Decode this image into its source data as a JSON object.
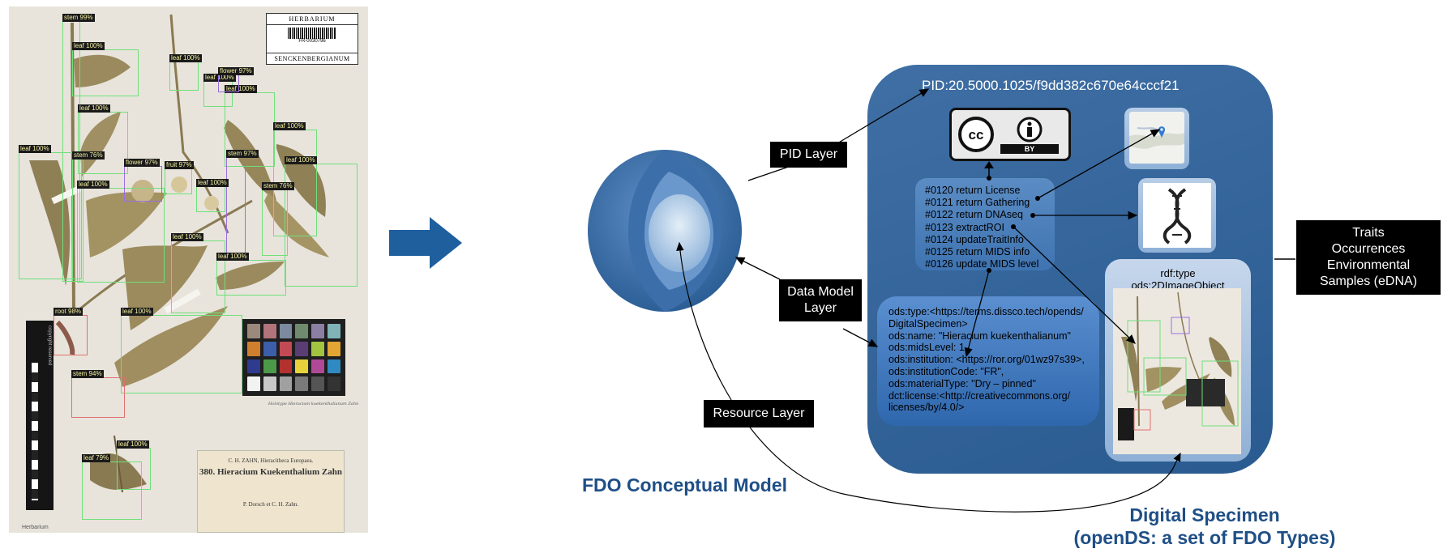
{
  "herbarium": {
    "label_top": "HERBARIUM",
    "label_bottom": "SENCKENBERGIANUM",
    "barcode_number": "FR-0030796",
    "footer": "Herbarium",
    "specimen_label_line1": "C. H. ZAHN, Hieracitheca Europaea.",
    "specimen_label_line2": "380. Hieracium Kuekenthalium Zahn",
    "specimen_label_line3": "P. Dorsch et C. H. Zahn.",
    "handwriting": "Holotype Hieracium kuekenthalianum Zahn",
    "ruler_text": "copyright reserved",
    "detections": [
      {
        "label": "stem 99%",
        "kind": "g"
      },
      {
        "label": "leaf 100%",
        "kind": "g"
      },
      {
        "label": "leaf 100%",
        "kind": "g"
      },
      {
        "label": "leaf 100%",
        "kind": "g"
      },
      {
        "label": "leaf 100%",
        "kind": "g"
      },
      {
        "label": "stem 76%",
        "kind": "g"
      },
      {
        "label": "leaf 100%",
        "kind": "g"
      },
      {
        "label": "flower 97%",
        "kind": "p"
      },
      {
        "label": "fruit 97%",
        "kind": "g"
      },
      {
        "label": "leaf 100%",
        "kind": "g"
      },
      {
        "label": "leaf 100%",
        "kind": "g"
      },
      {
        "label": "flower 97%",
        "kind": "p"
      },
      {
        "label": "leaf 100%",
        "kind": "g"
      },
      {
        "label": "leaf 100%",
        "kind": "g"
      },
      {
        "label": "stem 97%",
        "kind": "p"
      },
      {
        "label": "leaf 100%",
        "kind": "g"
      },
      {
        "label": "stem 76%",
        "kind": "g"
      },
      {
        "label": "leaf 100%",
        "kind": "g"
      },
      {
        "label": "leaf 100%",
        "kind": "g"
      },
      {
        "label": "leaf 100%",
        "kind": "g"
      },
      {
        "label": "root 98%",
        "kind": "r"
      },
      {
        "label": "stem 94%",
        "kind": "r"
      },
      {
        "label": "leaf 100%",
        "kind": "g"
      },
      {
        "label": "leaf 79%",
        "kind": "g"
      }
    ],
    "color_chart": [
      "#9b8a7c",
      "#b0747a",
      "#7b8a9e",
      "#6f8a6e",
      "#8c7fa4",
      "#7fb3b8",
      "#d07f2e",
      "#3d5ea8",
      "#c34a54",
      "#5b3d76",
      "#a2c440",
      "#e3a632",
      "#2e3b8e",
      "#4c9a49",
      "#b3322f",
      "#e7d23b",
      "#b04a97",
      "#2f8ac2",
      "#f2f2f2",
      "#c8c8c8",
      "#a0a0a0",
      "#7a7a7a",
      "#555555",
      "#333333"
    ]
  },
  "arrow_color": "#1f5f9e",
  "fdo": {
    "title": "FDO Conceptual Model",
    "pid_layer": "PID Layer",
    "data_model_layer": "Data Model Layer",
    "resource_layer": "Resource Layer"
  },
  "panel": {
    "pid": "PID:20.5000.1025/f9dd382c670e64cccf21",
    "license_badge": "BY",
    "functions": [
      "#0120 return License",
      "#0121 return Gathering",
      "#0122 return DNAseq",
      "#0123 extractROI",
      "#0124 updateTraitInfo",
      "#0125 return MIDS info",
      "#0126 update MIDS level"
    ],
    "ods_lines": [
      "ods:type:<https://terms.dissco.tech/opends/",
      "DigitalSpecimen>",
      "ods:name: \"Hieracium kuekenthalianum\"",
      "ods:midsLevel: 1",
      "ods:institution: <https://ror.org/01wz97s39>,",
      "ods:institutionCode: \"FR\",",
      "ods:materialType: \"Dry – pinned\"",
      "dct:license:<http://creativecommons.org/",
      "licenses/by/4.0/>"
    ],
    "image_type_line1": "rdf:type",
    "image_type_line2": "ods:2DImageObject"
  },
  "traits_box": {
    "line1": "Traits",
    "line2": "Occurrences",
    "line3": "Environmental",
    "line4": "Samples (eDNA)"
  },
  "digital_specimen": {
    "line1": "Digital Specimen",
    "line2": "(openDS: a set of FDO Types)"
  }
}
